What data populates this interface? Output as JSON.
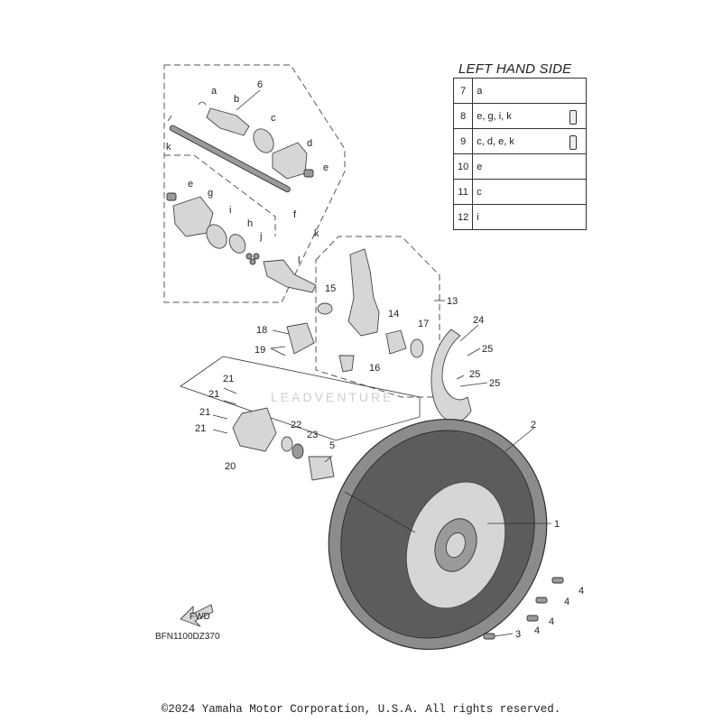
{
  "legend": {
    "title": "LEFT HAND SIDE",
    "rows": [
      {
        "num": "7",
        "letters": "a",
        "tube": false
      },
      {
        "num": "8",
        "letters": "e, g, i, k",
        "tube": true
      },
      {
        "num": "9",
        "letters": "c, d, e, k",
        "tube": true
      },
      {
        "num": "10",
        "letters": "e",
        "tube": false
      },
      {
        "num": "11",
        "letters": "c",
        "tube": false
      },
      {
        "num": "12",
        "letters": "i",
        "tube": false
      }
    ]
  },
  "callouts": {
    "n1": "1",
    "n2": "2",
    "n3": "3",
    "n4a": "4",
    "n4b": "4",
    "n4c": "4",
    "n4d": "4",
    "n5": "5",
    "n6": "6",
    "n13": "13",
    "n14": "14",
    "n15": "15",
    "n16": "16",
    "n17": "17",
    "n18": "18",
    "n19": "19",
    "n20": "20",
    "n21a": "21",
    "n21b": "21",
    "n21c": "21",
    "n21d": "21",
    "n22": "22",
    "n23": "23",
    "n24": "24",
    "n25a": "25",
    "n25b": "25",
    "n25c": "25",
    "la": "a",
    "lb": "b",
    "lc": "c",
    "ld": "d",
    "le1": "e",
    "le2": "e",
    "lf": "f",
    "lg": "g",
    "lh": "h",
    "li": "i",
    "lj": "j",
    "lk1": "k",
    "lk2": "k",
    "ll": "l"
  },
  "front_arrow_label": "FWD",
  "diagram_code": "BFN1100DZ370",
  "watermark": "LEADVENTURE",
  "copyright": "©2024 Yamaha Motor Corporation, U.S.A. All rights reserved."
}
